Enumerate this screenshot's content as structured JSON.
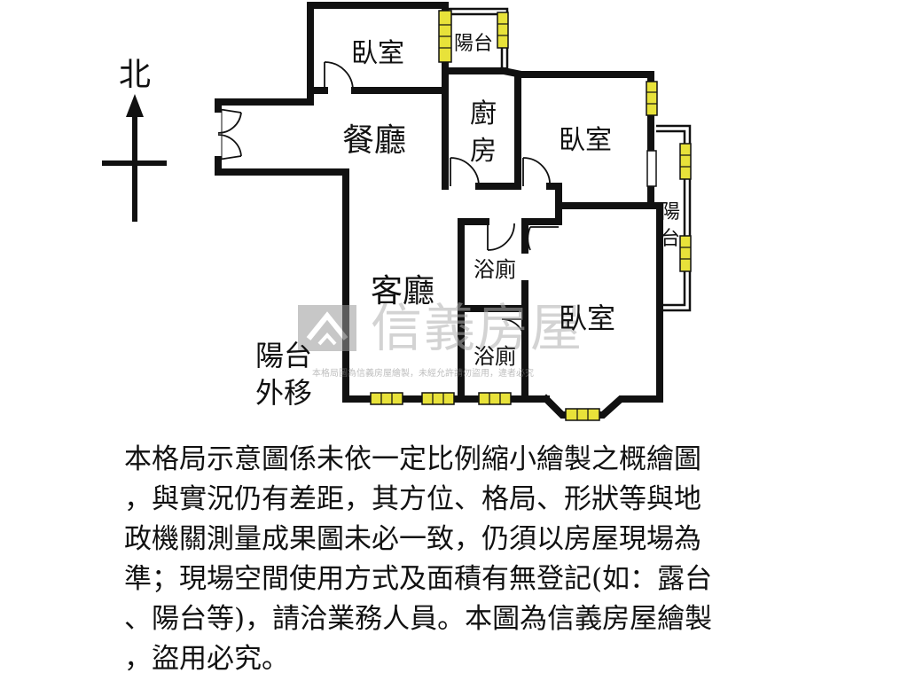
{
  "compass": {
    "north_label": "北"
  },
  "rooms": {
    "bedroom_top": "臥室",
    "balcony_top": "陽台",
    "dining": "餐廳",
    "kitchen_line1": "廚",
    "kitchen_line2": "房",
    "bedroom_right": "臥室",
    "balcony_right_line1": "陽",
    "balcony_right_line2": "台",
    "bath_1": "浴廁",
    "living": "客廳",
    "bedroom_bottom": "臥室",
    "bath_2": "浴廁",
    "balcony_moved_line1": "陽台",
    "balcony_moved_line2": "外移"
  },
  "watermark": {
    "brand": "信義房屋",
    "notice": "本格局圖為信義房屋繪製，未經允許請勿盜用，違者必究"
  },
  "colors": {
    "wall": "#111111",
    "window": "#e8e23a",
    "watermark": "#c8c8c8"
  },
  "disclaimer": {
    "lines": [
      "本格局示意圖係未依一定比例縮小繪製之概繪圖",
      "，與實況仍有差距，其方位、格局、形狀等與地",
      "政機關測量成果圖未必一致，仍須以房屋現場為",
      "準；現場空間使用方式及面積有無登記(如：露台",
      "、陽台等)，請洽業務人員。本圖為信義房屋繪製",
      "，盜用必究。"
    ]
  }
}
